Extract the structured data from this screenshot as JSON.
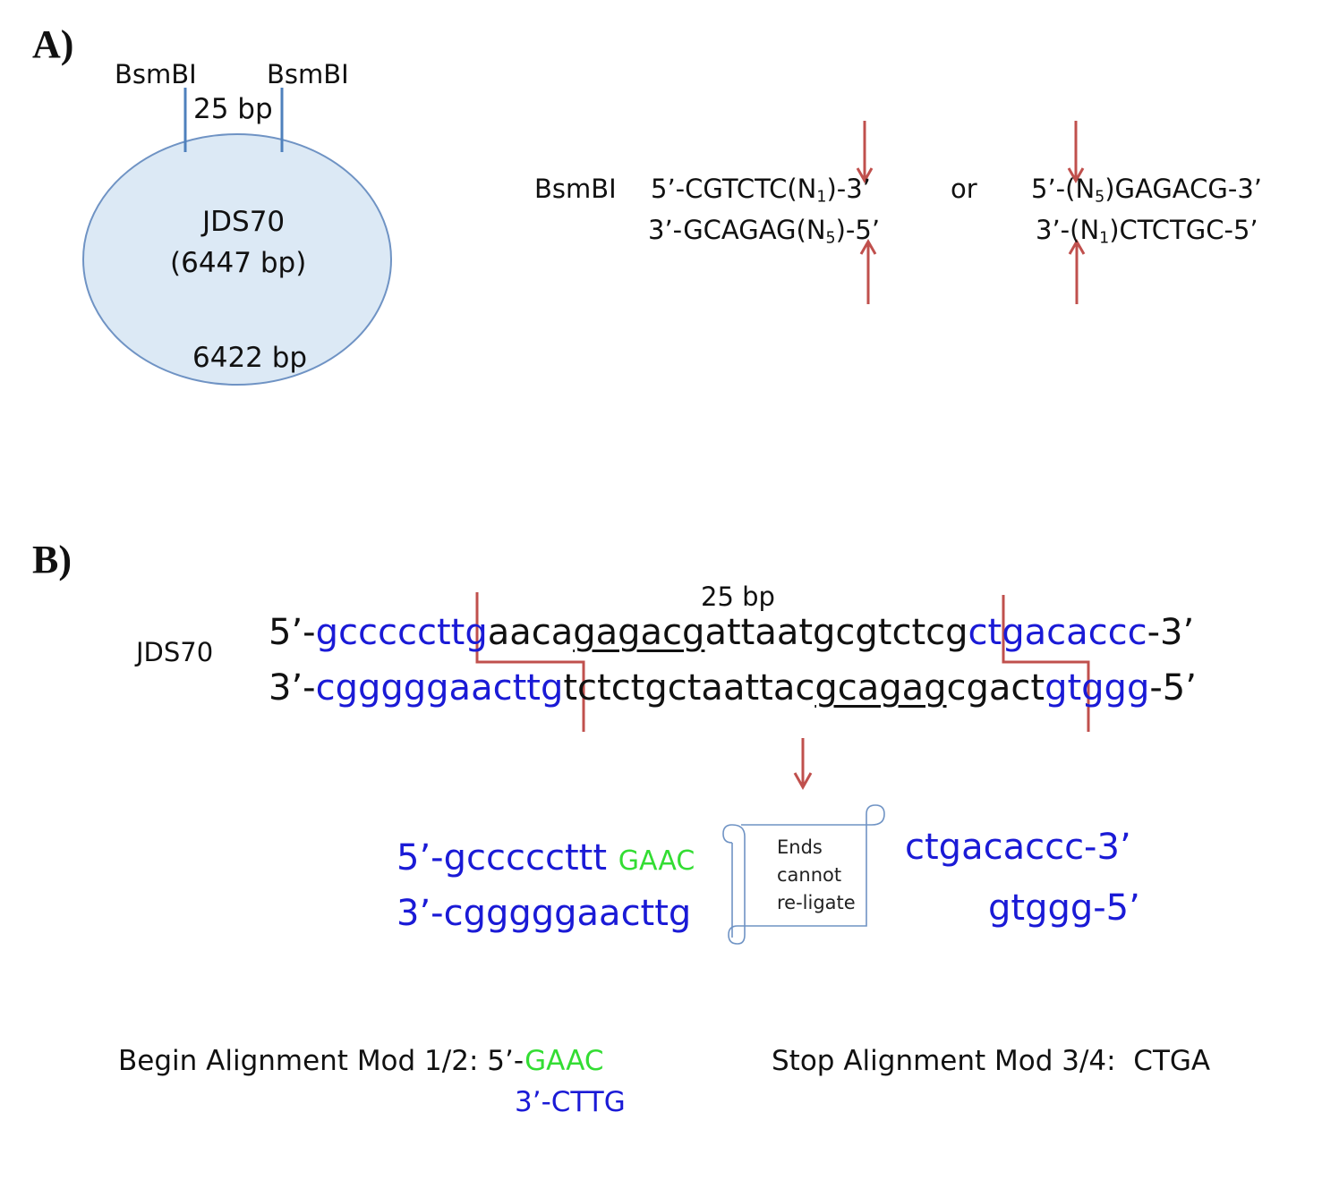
{
  "panel_a": {
    "label": "A)",
    "plasmid": {
      "name": "JDS70",
      "size": "(6447 bp)",
      "backbone": "6422 bp",
      "insert": "25 bp",
      "site_left": "BsmBI",
      "site_right": "BsmBI"
    },
    "recognition": {
      "enzyme": "BsmBI",
      "or": "or",
      "left_top": [
        "5’-CGTCTC(N",
        "1",
        ")-3’"
      ],
      "left_bottom": [
        "3’-GCAGAG(N",
        "5",
        ")-5’"
      ],
      "right_top": [
        "5’-(N",
        "5",
        ")GAGACG-3’"
      ],
      "right_bottom": [
        "3’-(N",
        "1",
        ")CTCTGC-5’"
      ]
    }
  },
  "panel_b": {
    "label": "B)",
    "insert_label": "25 bp",
    "plasmid_label": "JDS70",
    "top_strand": {
      "prefix": "5’-",
      "left_flank": "gcccccttg",
      "mid_a": "aaca",
      "site": "gagacg",
      "mid_b": "attaatgcgtctcg",
      "right_flank": "ctgacaccc",
      "suffix": "-3’"
    },
    "bottom_strand": {
      "prefix": "3’-",
      "left_flank": "cgggggaacttg",
      "mid_a": "tctctgctaattac",
      "site": "gcagag",
      "mid_b": "cgact",
      "right_flank": "gtggg",
      "suffix": "-5’"
    },
    "products": {
      "left_top": "5’-gcccccttt",
      "left_top_overhang": "GAAC",
      "left_bottom": "3’-cgggggaacttg",
      "right_top": "ctgacaccc-3’",
      "right_bottom": "gtggg-5’",
      "note_lines": [
        "Ends",
        "cannot",
        "re-ligate"
      ]
    },
    "alignment": {
      "begin_label": "Begin Alignment Mod 1/2: 5’-",
      "begin_seq": "GAAC",
      "begin_bottom": "3’-CTTG",
      "stop_label": "Stop Alignment Mod 3/4:  CTGA"
    }
  },
  "colors": {
    "sequence_blue": "#1a1ad6",
    "overhang_green": "#33dd33",
    "cut_red": "#c0504d",
    "site_line_blue": "#4f81bd",
    "plasmid_fill": "#dce9f5"
  }
}
